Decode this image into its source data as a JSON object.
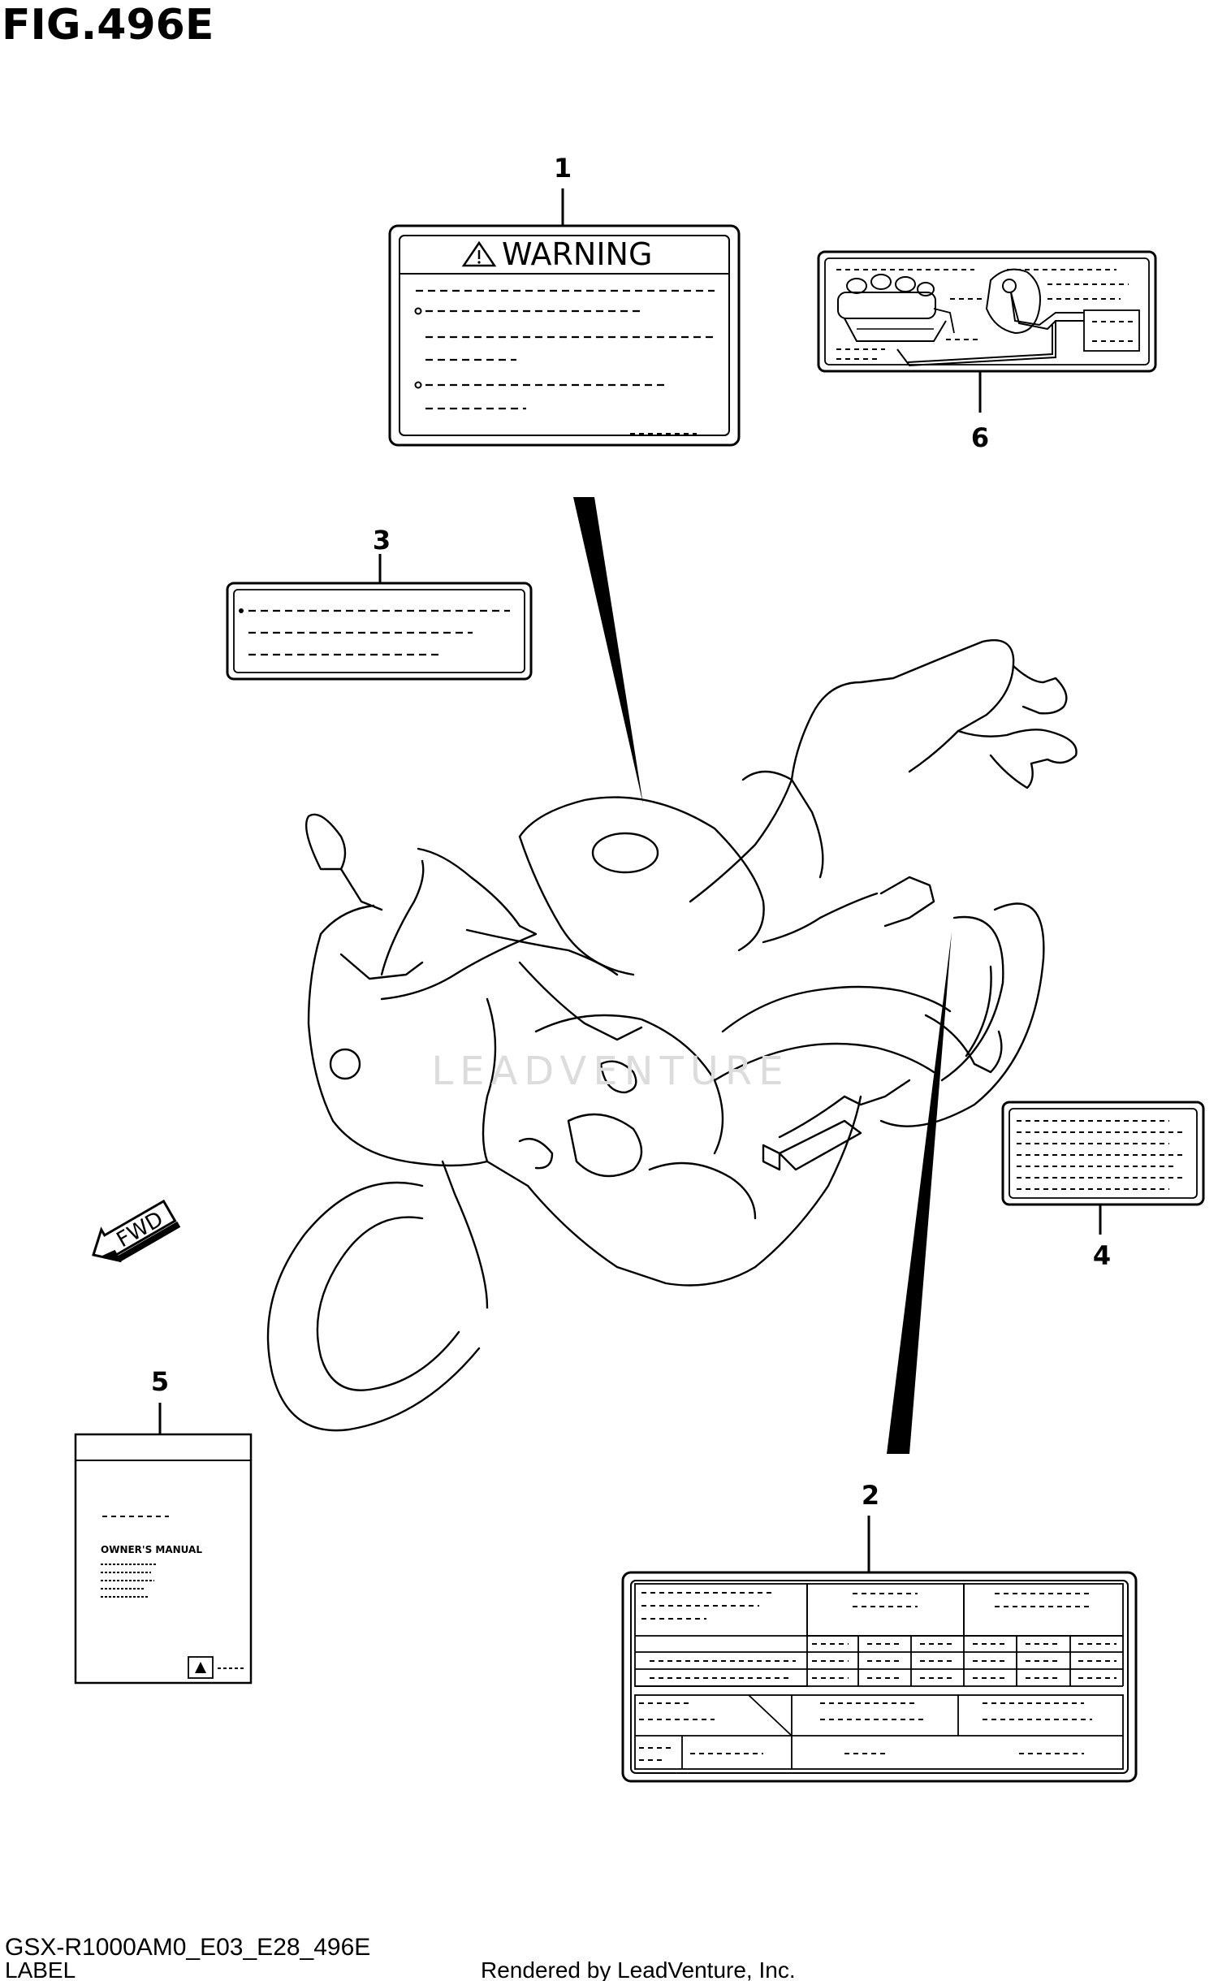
{
  "figure": {
    "title": "FIG.496E",
    "model_code": "GSX-R1000AM0_E03_E28_496E",
    "section_name": "LABEL",
    "render_credit": "Rendered by LeadVenture, Inc.",
    "watermark": "LEADVENTURE"
  },
  "callouts": [
    {
      "number": "1"
    },
    {
      "number": "2"
    },
    {
      "number": "3"
    },
    {
      "number": "4"
    },
    {
      "number": "5"
    },
    {
      "number": "6"
    }
  ],
  "labels": {
    "warning_heading": "WARNING",
    "manual_title": "OWNER'S MANUAL"
  },
  "direction_arrow": {
    "text": "FWD"
  }
}
